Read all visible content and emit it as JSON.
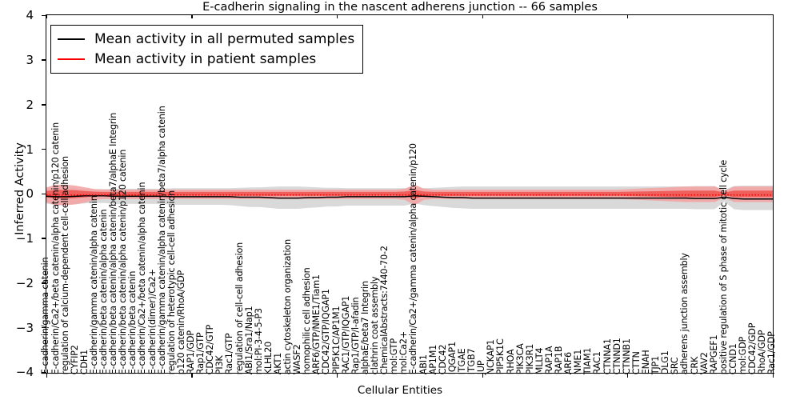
{
  "chart_data": {
    "type": "line",
    "title": "E-cadherin signaling in the nascent adherens junction -- 66 samples",
    "xlabel": "Cellular Entities",
    "ylabel": "Inferred Activity",
    "ylim": [
      -4,
      4
    ],
    "yticks": [
      -4,
      -3,
      -2,
      -1,
      0,
      1,
      2,
      3,
      4
    ],
    "ytick_labels": [
      "−4",
      "−3",
      "−2",
      "−1",
      "0",
      "1",
      "2",
      "3",
      "4"
    ],
    "grid": false,
    "legend_position": "upper left",
    "n_samples": 66,
    "legend": [
      {
        "name": "Mean activity in all permuted samples",
        "color": "#000000",
        "style": "solid"
      },
      {
        "name": "Mean activity in patient samples",
        "color": "#ff0000",
        "style": "solid"
      }
    ],
    "band_colors": {
      "permuted": "#d9d9d9",
      "patient": "#f4a3a3",
      "patient_core": "#ef5350"
    },
    "categories": [
      "E-cadherin/gamma catenin",
      "E-cadherin/Ca2+/beta catenin/alpha catenin/p120 catenin",
      "regulation of calcium-dependent cell-cell adhesion",
      "CYFIP2",
      "CDH1",
      "E-cadherin/gamma catenin/alpha catenin",
      "E-cadherin/beta catenin/alpha catenin",
      "E-cadherin/beta catenin/alpha catenin/beta7/alphaE Integrin",
      "E-cadherin/beta catenin/alpha catenin/p120 catenin",
      "E-cadherin/beta catenin",
      "E-cadherin/Ca2+/beta catenin/alpha catenin",
      "E-cadherin(dimer)/Ca2+",
      "E-cadherin/gamma catenin/alpha catenin/beta7/alpha catenin",
      "regulation of heterotypic cell-cell adhesion",
      "p120 catenin/RhoA/GDP",
      "RAP1/GDP",
      "Rap1/GTP",
      "CDC42/GTP",
      "PI3K",
      "Rac1/GTP",
      "regulation of cell-cell adhesion",
      "ABI1/Sra1/Nap1",
      "mol:PI-3-4-5-P3",
      "KLHL20",
      "AKT1",
      "actin cytoskeleton organization",
      "WASF2",
      "homophilic cell adhesion",
      "ARF6/GTP/NME1/Tiam1",
      "CDC42/GTP/IQGAP1",
      "PIP5K1C/AP1M1",
      "RAC1/GTP/IQGAP1",
      "Rap1/GTP/l-afadin",
      "alphaE/beta7 Integrin",
      "clathrin coat assembly",
      "ChemicalAbstracts:7440-70-2",
      "mol:GTP",
      "mol:Ca2+",
      "E-cadherin/Ca2+/gamma catenin/alpha catenin/p120",
      "ABI1",
      "AP1M1",
      "CDC42",
      "IQGAP1",
      "ITGAE",
      "ITGB7",
      "JUP",
      "NCKAP1",
      "PIP5K1C",
      "RHOA",
      "PIK3CA",
      "PIK3R1",
      "MLLT4",
      "RAP1A",
      "RAP1B",
      "ARF6",
      "NME1",
      "TIAM1",
      "RAC1",
      "CTNNA1",
      "CTNND1",
      "CTNNB1",
      "CTTN",
      "ENAH",
      "TJP1",
      "DLG1",
      "SRC",
      "adherens junction assembly",
      "CRK",
      "VAV2",
      "RAPGEF1",
      "positive regulation of S phase of mitotic cell cycle",
      "CCND1",
      "mol:GDP",
      "CDC42/GDP",
      "RhoA/GDP",
      "Rac1/GDP"
    ],
    "series": [
      {
        "name": "Mean activity in all permuted samples",
        "color": "#000000",
        "style": "solid",
        "values": [
          -0.06,
          -0.07,
          -0.07,
          -0.06,
          -0.05,
          -0.05,
          -0.05,
          -0.06,
          -0.06,
          -0.06,
          -0.06,
          -0.06,
          -0.06,
          -0.07,
          -0.07,
          -0.07,
          -0.07,
          -0.07,
          -0.07,
          -0.07,
          -0.08,
          -0.08,
          -0.08,
          -0.09,
          -0.1,
          -0.1,
          -0.1,
          -0.09,
          -0.09,
          -0.08,
          -0.08,
          -0.07,
          -0.07,
          -0.07,
          -0.07,
          -0.07,
          -0.07,
          -0.07,
          -0.05,
          -0.06,
          -0.07,
          -0.08,
          -0.09,
          -0.09,
          -0.1,
          -0.1,
          -0.1,
          -0.1,
          -0.1,
          -0.1,
          -0.1,
          -0.1,
          -0.1,
          -0.1,
          -0.1,
          -0.1,
          -0.1,
          -0.1,
          -0.1,
          -0.1,
          -0.1,
          -0.1,
          -0.1,
          -0.1,
          -0.1,
          -0.1,
          -0.1,
          -0.11,
          -0.11,
          -0.11,
          -0.08,
          -0.11,
          -0.12,
          -0.12,
          -0.12,
          -0.12
        ]
      },
      {
        "name": "Mean activity in patient samples",
        "color": "#ff0000",
        "style": "dotted",
        "values": [
          -0.03,
          -0.03,
          -0.03,
          -0.03,
          -0.03,
          -0.03,
          -0.03,
          -0.03,
          -0.03,
          -0.03,
          -0.03,
          -0.03,
          -0.03,
          -0.03,
          -0.03,
          -0.03,
          -0.03,
          -0.03,
          -0.03,
          -0.03,
          -0.03,
          -0.03,
          -0.03,
          -0.03,
          -0.03,
          -0.03,
          -0.03,
          -0.03,
          -0.03,
          -0.03,
          -0.03,
          -0.03,
          -0.03,
          -0.03,
          -0.03,
          -0.03,
          -0.03,
          -0.03,
          -0.02,
          -0.03,
          -0.03,
          -0.03,
          -0.03,
          -0.03,
          -0.03,
          -0.03,
          -0.03,
          -0.03,
          -0.03,
          -0.03,
          -0.03,
          -0.03,
          -0.03,
          -0.03,
          -0.03,
          -0.03,
          -0.03,
          -0.03,
          -0.03,
          -0.03,
          -0.03,
          -0.03,
          -0.03,
          -0.03,
          -0.03,
          -0.03,
          -0.03,
          -0.03,
          -0.03,
          -0.03,
          -0.03,
          -0.03,
          -0.03,
          -0.03,
          -0.03,
          -0.03
        ]
      }
    ],
    "bands": [
      {
        "name": "permuted-spread",
        "color": "#d9d9d9",
        "upper": [
          0.1,
          0.12,
          0.12,
          0.11,
          0.1,
          0.1,
          0.1,
          0.11,
          0.11,
          0.11,
          0.11,
          0.11,
          0.11,
          0.12,
          0.12,
          0.12,
          0.12,
          0.12,
          0.12,
          0.12,
          0.13,
          0.14,
          0.14,
          0.15,
          0.16,
          0.16,
          0.16,
          0.15,
          0.14,
          0.13,
          0.13,
          0.12,
          0.12,
          0.12,
          0.12,
          0.12,
          0.12,
          0.12,
          0.1,
          0.12,
          0.13,
          0.14,
          0.15,
          0.16,
          0.16,
          0.16,
          0.16,
          0.16,
          0.16,
          0.16,
          0.16,
          0.16,
          0.16,
          0.16,
          0.16,
          0.16,
          0.16,
          0.16,
          0.16,
          0.16,
          0.16,
          0.16,
          0.16,
          0.16,
          0.16,
          0.16,
          0.16,
          0.17,
          0.17,
          0.17,
          0.08,
          0.17,
          0.18,
          0.18,
          0.18,
          0.18
        ],
        "lower": [
          -0.22,
          -0.26,
          -0.26,
          -0.24,
          -0.22,
          -0.21,
          -0.21,
          -0.23,
          -0.23,
          -0.23,
          -0.23,
          -0.23,
          -0.23,
          -0.25,
          -0.25,
          -0.25,
          -0.25,
          -0.25,
          -0.25,
          -0.26,
          -0.28,
          -0.3,
          -0.3,
          -0.32,
          -0.34,
          -0.34,
          -0.34,
          -0.32,
          -0.31,
          -0.29,
          -0.29,
          -0.27,
          -0.27,
          -0.27,
          -0.27,
          -0.27,
          -0.27,
          -0.27,
          -0.22,
          -0.26,
          -0.28,
          -0.3,
          -0.32,
          -0.33,
          -0.34,
          -0.34,
          -0.34,
          -0.34,
          -0.34,
          -0.34,
          -0.34,
          -0.34,
          -0.34,
          -0.34,
          -0.34,
          -0.34,
          -0.34,
          -0.34,
          -0.34,
          -0.34,
          -0.34,
          -0.34,
          -0.34,
          -0.34,
          -0.34,
          -0.34,
          -0.34,
          -0.35,
          -0.35,
          -0.35,
          -0.18,
          -0.35,
          -0.37,
          -0.37,
          -0.37,
          -0.37
        ]
      },
      {
        "name": "patient-spread",
        "color": "#f4a3a3",
        "upper": [
          0.14,
          0.2,
          0.2,
          0.18,
          0.14,
          0.1,
          0.09,
          0.09,
          0.09,
          0.09,
          0.09,
          0.09,
          0.09,
          0.09,
          0.09,
          0.09,
          0.09,
          0.09,
          0.09,
          0.09,
          0.09,
          0.09,
          0.09,
          0.09,
          0.09,
          0.09,
          0.09,
          0.09,
          0.09,
          0.09,
          0.09,
          0.09,
          0.09,
          0.09,
          0.09,
          0.09,
          0.09,
          0.11,
          0.2,
          0.11,
          0.09,
          0.09,
          0.09,
          0.09,
          0.09,
          0.09,
          0.09,
          0.09,
          0.09,
          0.09,
          0.09,
          0.09,
          0.09,
          0.09,
          0.09,
          0.09,
          0.09,
          0.09,
          0.09,
          0.09,
          0.1,
          0.11,
          0.12,
          0.13,
          0.14,
          0.15,
          0.16,
          0.16,
          0.16,
          0.16,
          0.06,
          0.16,
          0.16,
          0.16,
          0.16,
          0.16
        ],
        "lower": [
          -0.2,
          -0.26,
          -0.26,
          -0.24,
          -0.2,
          -0.14,
          -0.12,
          -0.12,
          -0.12,
          -0.12,
          -0.12,
          -0.12,
          -0.12,
          -0.12,
          -0.12,
          -0.12,
          -0.12,
          -0.12,
          -0.12,
          -0.12,
          -0.12,
          -0.12,
          -0.12,
          -0.12,
          -0.12,
          -0.12,
          -0.12,
          -0.12,
          -0.12,
          -0.12,
          -0.12,
          -0.12,
          -0.12,
          -0.12,
          -0.12,
          -0.12,
          -0.12,
          -0.14,
          -0.26,
          -0.14,
          -0.12,
          -0.12,
          -0.12,
          -0.12,
          -0.12,
          -0.12,
          -0.12,
          -0.12,
          -0.12,
          -0.12,
          -0.12,
          -0.12,
          -0.12,
          -0.12,
          -0.12,
          -0.12,
          -0.12,
          -0.12,
          -0.12,
          -0.12,
          -0.13,
          -0.14,
          -0.15,
          -0.16,
          -0.17,
          -0.18,
          -0.19,
          -0.19,
          -0.19,
          -0.19,
          -0.08,
          -0.19,
          -0.19,
          -0.19,
          -0.19,
          -0.19
        ]
      }
    ]
  }
}
